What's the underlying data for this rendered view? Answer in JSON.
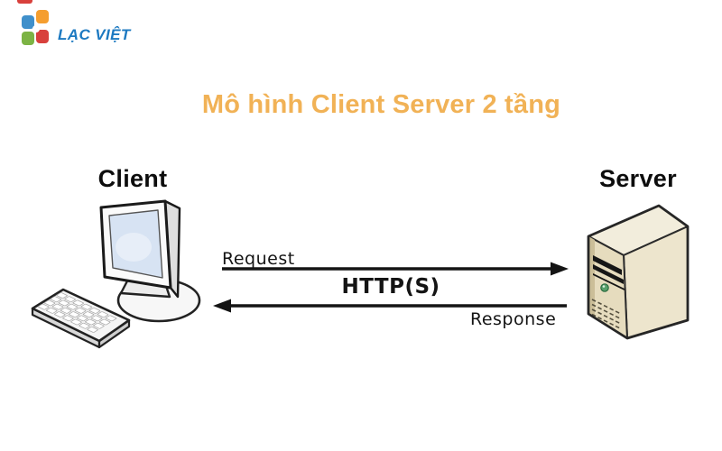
{
  "logo": {
    "brand": "LẠC VIỆT",
    "brand_color": "#1C79C1",
    "mark_colors": {
      "top_left": "#4090CB",
      "top_right": "#F59E2F",
      "bottom_left": "#7CB344",
      "bottom_right": "#D8403C"
    }
  },
  "title": {
    "text": "Mô hình Client Server 2 tầng",
    "color": "#F1B256"
  },
  "diagram": {
    "client": {
      "label": "Client"
    },
    "server": {
      "label": "Server"
    },
    "request_label": "Request",
    "response_label": "Response",
    "protocol_label": "HTTP(S)"
  }
}
